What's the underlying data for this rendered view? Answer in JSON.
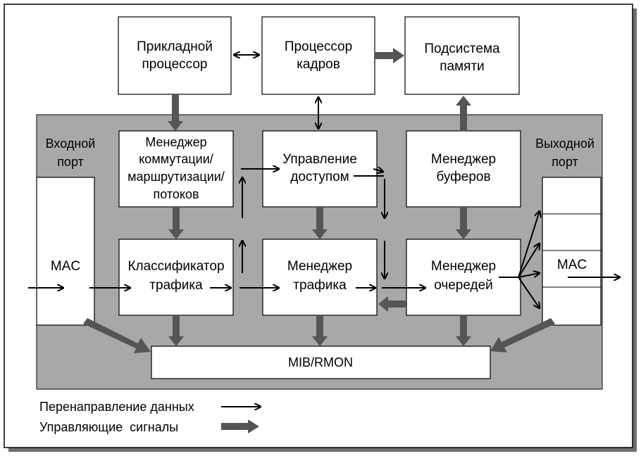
{
  "blocks": {
    "app_processor": [
      "Прикладной",
      "процессор"
    ],
    "frame_processor": [
      "Процессор",
      "кадров"
    ],
    "memory_subsystem": [
      "Подсистема",
      "памяти"
    ],
    "switch_manager": [
      "Менеджер",
      "коммутации/",
      "маршрутизации/",
      "потоков"
    ],
    "access_control": [
      "Управление",
      "доступом"
    ],
    "buffer_manager": [
      "Менеджер",
      "буферов"
    ],
    "classifier": [
      "Классификатор",
      "трафика"
    ],
    "traffic_manager": [
      "Менеджер",
      "трафика"
    ],
    "queue_manager": [
      "Менеджер",
      "очередей"
    ],
    "mib": [
      "MIB/RMON"
    ],
    "in_mac": [
      "MAC"
    ],
    "out_mac": [
      "MAC"
    ],
    "in_port_label": [
      "Входной",
      "порт"
    ],
    "out_port_label": [
      "Выходной",
      "порт"
    ]
  },
  "legend": {
    "data_redirect": "Перенаправление данных",
    "control_signals": "Управляющие  сигналы"
  },
  "colors": {
    "panel": "#a8a8a8",
    "box_fill": "#ffffff",
    "control_arrow": "#555555",
    "stroke": "#000000"
  }
}
